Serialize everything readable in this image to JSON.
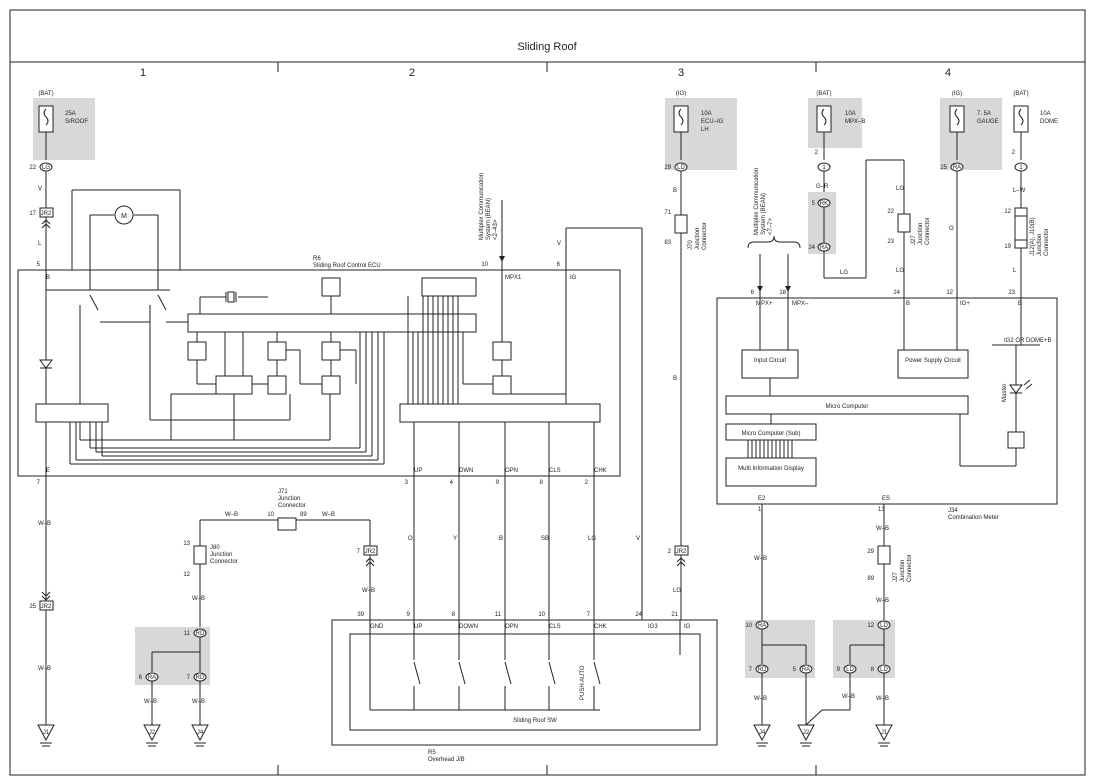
{
  "title": "Sliding Roof",
  "zones": [
    "1",
    "2",
    "3",
    "4"
  ],
  "fuses": [
    {
      "id": "bat1",
      "source": "(BAT)",
      "rating": "25A",
      "name": "S/ROOF",
      "pin": "22",
      "conn": "LG"
    },
    {
      "id": "ig1",
      "source": "(IG)",
      "rating": "10A",
      "name": "ECU–IG",
      "name2": "LH",
      "pin": "29",
      "conn": "LD"
    },
    {
      "id": "bat2",
      "source": "(BAT)",
      "rating": "10A",
      "name": "MPX–B",
      "pin": "2",
      "conn": "1"
    },
    {
      "id": "ig2",
      "source": "(IG)",
      "rating": "7. 5A",
      "name": "GAUGE",
      "pin": "25",
      "conn": "RA"
    },
    {
      "id": "bat3",
      "source": "(BAT)",
      "rating": "10A",
      "name": "DOME",
      "pin": "2",
      "conn": "1"
    }
  ],
  "ecu": {
    "code": "R6",
    "name": "Sliding Roof Control ECU",
    "pins_top": [
      {
        "label": "B",
        "num": "5"
      },
      {
        "label": "MPX1",
        "num": "10"
      },
      {
        "label": "IG",
        "num": "6"
      }
    ],
    "pins_bottom": [
      {
        "label": "E",
        "num": "7"
      },
      {
        "label": "UP",
        "num": "3"
      },
      {
        "label": "DWN",
        "num": "4"
      },
      {
        "label": "OPN",
        "num": "9"
      },
      {
        "label": "CLS",
        "num": "8"
      },
      {
        "label": "CHK",
        "num": "2"
      }
    ]
  },
  "mpx_note": {
    "line1": "Multiplex Communication",
    "line2": "System (BEAN)",
    "line3": "<2–43>"
  },
  "mpx_note2": {
    "line1": "Multiplex Communication",
    "line2": "System (BEAN)",
    "line3": "<7–7>"
  },
  "meter": {
    "code": "J34",
    "name": "Combination Meter",
    "pins_top": [
      {
        "label": "MPX+",
        "num": "6"
      },
      {
        "label": "MPX–",
        "num": "18"
      },
      {
        "label": "B",
        "num": "24"
      },
      {
        "label": "IG+",
        "num": "12"
      },
      {
        "label": "B",
        "num": "23"
      }
    ],
    "pins_bottom": [
      {
        "label": "E2",
        "num": "1"
      },
      {
        "label": "ES",
        "num": "13"
      }
    ],
    "input_circuit": "Input Circuit",
    "power_supply": "Power Supply Circuit",
    "micro": "Micro Computer",
    "micro_sub": "Micro Computer (Sub)",
    "mid": "Multi Information Display",
    "ig2_dome": "IG2 OR DOME+B",
    "master": "Master"
  },
  "switch": {
    "code": "R5",
    "name": "Overhead J/B",
    "sw_name": "Sliding Roof SW",
    "pins": [
      {
        "label": "GND",
        "num": "39"
      },
      {
        "label": "UP",
        "num": "9"
      },
      {
        "label": "DOWN",
        "num": "8"
      },
      {
        "label": "OPN",
        "num": "11"
      },
      {
        "label": "CLS",
        "num": "10"
      },
      {
        "label": "CHK",
        "num": "7"
      },
      {
        "label": "IG3",
        "num": "24"
      },
      {
        "label": "IG",
        "num": "21"
      }
    ],
    "push_auto": "PUSH AUTO"
  },
  "wires": {
    "v": "V",
    "l": "L",
    "wb": "W–B",
    "o": "O",
    "y": "Y",
    "b": "B",
    "sb": "SB",
    "lg": "LG",
    "gr": "G–R",
    "lw": "L–W"
  },
  "junctions": {
    "j71": {
      "code": "J71",
      "name": "Junction",
      "name2": "Connector",
      "p1": "10",
      "p2": "89"
    },
    "j80": {
      "code": "J80",
      "name": "Junction",
      "name2": "Connector",
      "p1": "13",
      "p2": "12"
    },
    "j70": {
      "code": "J70",
      "name": "Junction",
      "name2": "Connector",
      "p1": "71",
      "p2": "83"
    },
    "j27a": {
      "code": "J27",
      "name": "Junction",
      "name2": "Connector",
      "p1": "22",
      "p2": "23"
    },
    "j27b": {
      "code": "J27",
      "name": "Junction",
      "name2": "Connector",
      "p1": "29",
      "p2": "89"
    },
    "j12": {
      "code": "J12(A), J10(B)",
      "name": "Junction",
      "name2": "Connector",
      "p1": "12",
      "p2": "19"
    }
  },
  "connectors": {
    "jr2a": {
      "name": "JR2",
      "pin": "17"
    },
    "jr2b": {
      "name": "JR2",
      "pin": "25"
    },
    "jr2c": {
      "name": "JR2",
      "pin": "7"
    },
    "jr2d": {
      "name": "JR2",
      "pin": "2"
    },
    "rk": {
      "pin": "5",
      "label": "RK"
    },
    "ra24": {
      "pin": "24",
      "label": "RA"
    },
    "rd11": {
      "pin": "11",
      "label": "RD"
    },
    "ra6": {
      "pin": "6",
      "label": "RA"
    },
    "rd7": {
      "pin": "7",
      "label": "RD"
    },
    "ra10": {
      "pin": "10",
      "label": "RA"
    },
    "rd7b": {
      "pin": "7",
      "label": "RD"
    },
    "ra5": {
      "pin": "5",
      "label": "RA"
    },
    "ld12": {
      "pin": "12",
      "label": "LD"
    },
    "ld9": {
      "pin": "9",
      "label": "LD"
    },
    "ld8": {
      "pin": "8",
      "label": "LD"
    }
  },
  "grounds": [
    "J1",
    "J2",
    "J4",
    "J4",
    "J2",
    "J1"
  ]
}
